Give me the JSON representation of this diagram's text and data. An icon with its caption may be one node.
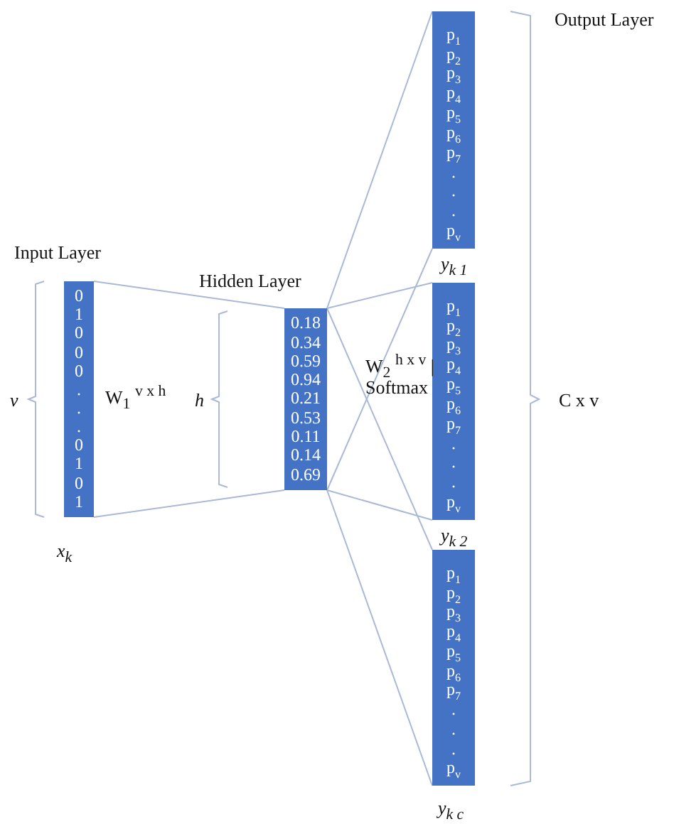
{
  "diagram": {
    "nodes": [
      {
        "text": [
          "0",
          "1",
          "0",
          "0",
          "0",
          ".",
          ".",
          ".",
          "0",
          "1",
          "0",
          "1"
        ],
        "beside": [
          "x$_{k}$"
        ]
      },
      {
        "text": [
          "0.18",
          "0.34",
          "0.59",
          "0.94",
          "0.21",
          "0.53",
          "0.11",
          "0.14",
          "0.69"
        ]
      },
      {
        "text": [
          "p$_{1}$",
          "p$_{2}$",
          "p$_{3}$",
          "p$_{4}$",
          "p$_{5}$",
          "p$_{6}$",
          "p$_{7}$",
          ".",
          ".",
          ".",
          "p$_{v}$"
        ],
        "beside": [
          "y$_{k 1}$"
        ]
      },
      {
        "text": [
          "p$_{1}$",
          "p$_{2}$",
          "p$_{3}$",
          "p$_{4}$",
          "p$_{5}$",
          "p$_{6}$",
          "p$_{7}$",
          ".",
          ".",
          ".",
          "p$_{v}$"
        ],
        "beside": [
          "y$_{k 2}$"
        ]
      },
      {
        "text": [
          "p$_{1}$",
          "p$_{2}$",
          "p$_{3}$",
          "p$_{4}$",
          "p$_{5}$",
          "p$_{6}$",
          "p$_{7}$",
          ".",
          ".",
          ".",
          "p$_{v}$"
        ],
        "beside": [
          "y$_{k c}$"
        ]
      }
    ],
    "edges": [
      {
        "from": 0,
        "to": 1,
        "arrow": "none"
      },
      {
        "from": 0,
        "to": 1,
        "arrow": "none"
      },
      {
        "from": 1,
        "to": 2,
        "arrow": "none"
      },
      {
        "from": 1,
        "to": 3,
        "arrow": "none"
      },
      {
        "from": 1,
        "to": 4,
        "arrow": "none"
      },
      {
        "from": 1,
        "to": 2,
        "arrow": "none"
      },
      {
        "from": 1,
        "to": 3,
        "arrow": "none"
      },
      {
        "from": 1,
        "to": 4,
        "arrow": "none"
      }
    ],
    "labels": [
      "Output Layer",
      "Input Layer",
      "Hidden Layer",
      "v",
      "W$_{1}$ $^{v x h}$",
      "h",
      "W$_{2}$ $^{h x v}$ | Softmax",
      "C x v"
    ]
  }
}
